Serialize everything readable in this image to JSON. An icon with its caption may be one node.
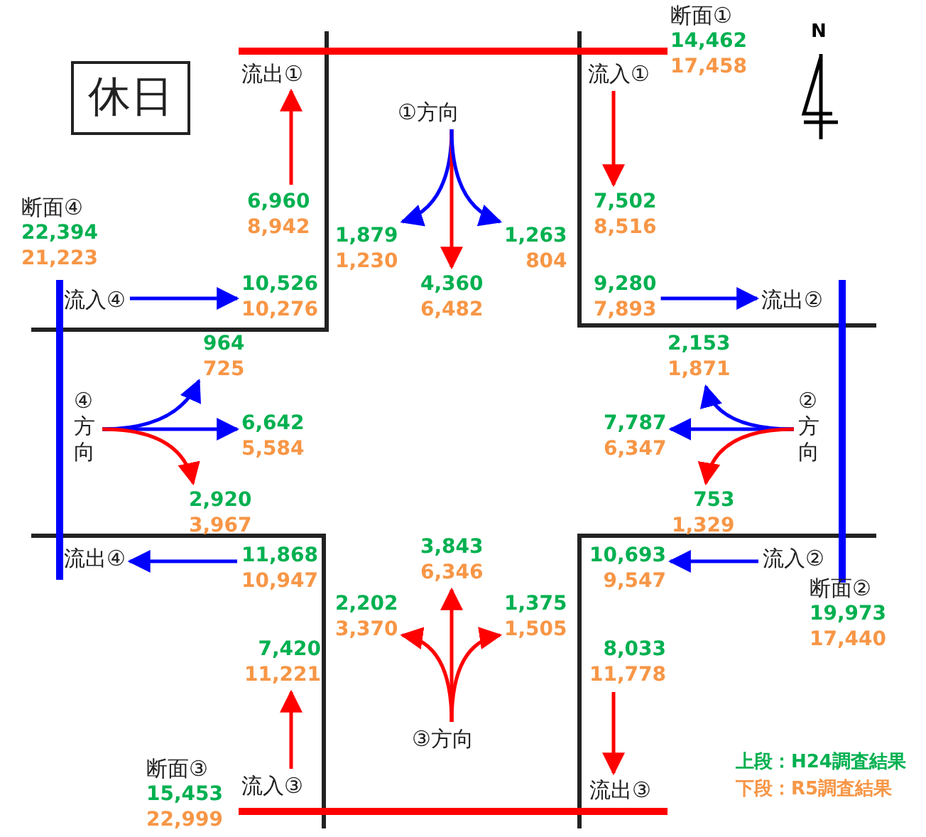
{
  "diagram": {
    "nodes": [
      {
        "text": [
          "休日"
        ]
      },
      {
        "text": [
          "流出①"
        ]
      },
      {
        "text": [
          "6,960",
          "8,942"
        ]
      },
      {
        "text": [
          "流入①"
        ]
      },
      {
        "text": [
          "7,502",
          "8,516"
        ]
      },
      {
        "text": [
          "①方向"
        ]
      },
      {
        "text": [
          "1,879",
          "1,230"
        ]
      },
      {
        "text": [
          "4,360",
          "6,482"
        ]
      },
      {
        "text": [
          "1,263",
          "804"
        ]
      },
      {
        "text": [
          "10,526",
          "10,276"
        ]
      },
      {
        "text": [
          "流入④"
        ]
      },
      {
        "text": [
          "9,280",
          "7,893"
        ]
      },
      {
        "text": [
          "流出②"
        ]
      },
      {
        "text": [
          "④方向"
        ]
      },
      {
        "text": [
          "964",
          "725"
        ]
      },
      {
        "text": [
          "6,642",
          "5,584"
        ]
      },
      {
        "text": [
          "2,920",
          "3,967"
        ]
      },
      {
        "text": [
          "②方向"
        ]
      },
      {
        "text": [
          "2,153",
          "1,871"
        ]
      },
      {
        "text": [
          "7,787",
          "6,347"
        ]
      },
      {
        "text": [
          "753",
          "1,329"
        ]
      },
      {
        "text": [
          "11,868",
          "10,947"
        ]
      },
      {
        "text": [
          "流出④"
        ]
      },
      {
        "text": [
          "流入②"
        ]
      },
      {
        "text": [
          "10,693",
          "9,547"
        ]
      },
      {
        "text": [
          "③方向"
        ]
      },
      {
        "text": [
          "2,202",
          "3,370"
        ]
      },
      {
        "text": [
          "3,843",
          "6,346"
        ]
      },
      {
        "text": [
          "1,375",
          "1,505"
        ]
      },
      {
        "text": [
          "7,420",
          "11,221"
        ]
      },
      {
        "text": [
          "流入③"
        ]
      },
      {
        "text": [
          "8,033",
          "11,778"
        ]
      },
      {
        "text": [
          "流出③"
        ]
      }
    ],
    "edges": [
      {
        "from": 2,
        "to": 1,
        "arrow": "to",
        "color": "#ff0000"
      },
      {
        "from": 3,
        "to": 4,
        "arrow": "to",
        "color": "#ff0000"
      },
      {
        "from": 5,
        "to": 6,
        "arrow": "to",
        "color": "#0000ff"
      },
      {
        "from": 5,
        "to": 7,
        "arrow": "to",
        "color": "#ff0000"
      },
      {
        "from": 5,
        "to": 8,
        "arrow": "to",
        "color": "#0000ff"
      },
      {
        "from": 10,
        "to": 9,
        "arrow": "to",
        "color": "#0000ff"
      },
      {
        "from": 11,
        "to": 12,
        "arrow": "to",
        "color": "#0000ff"
      },
      {
        "from": 13,
        "to": 14,
        "arrow": "to",
        "color": "#0000ff"
      },
      {
        "from": 13,
        "to": 15,
        "arrow": "to",
        "color": "#0000ff"
      },
      {
        "from": 13,
        "to": 16,
        "arrow": "to",
        "color": "#ff0000"
      },
      {
        "from": 17,
        "to": 18,
        "arrow": "to",
        "color": "#0000ff"
      },
      {
        "from": 17,
        "to": 19,
        "arrow": "to",
        "color": "#0000ff"
      },
      {
        "from": 17,
        "to": 20,
        "arrow": "to",
        "color": "#ff0000"
      },
      {
        "from": 21,
        "to": 22,
        "arrow": "to",
        "color": "#0000ff"
      },
      {
        "from": 23,
        "to": 24,
        "arrow": "to",
        "color": "#0000ff"
      },
      {
        "from": 25,
        "to": 26,
        "arrow": "to",
        "color": "#ff0000"
      },
      {
        "from": 25,
        "to": 27,
        "arrow": "to",
        "color": "#ff0000"
      },
      {
        "from": 25,
        "to": 28,
        "arrow": "to",
        "color": "#ff0000"
      },
      {
        "from": 30,
        "to": 29,
        "arrow": "to",
        "color": "#ff0000"
      },
      {
        "from": 31,
        "to": 32,
        "arrow": "to",
        "color": "#ff0000"
      }
    ],
    "labels": [
      "断面①",
      "14,462",
      "17,458",
      "N",
      "断面④",
      "22,394",
      "21,223",
      "断面②",
      "19,973",
      "17,440",
      "断面③",
      "15,453",
      "22,999"
    ],
    "legend": [
      {
        "text": "上段：H24調査結果",
        "color": "#00b050"
      },
      {
        "text": "下段：R5調査結果",
        "color": "#f79646"
      }
    ]
  }
}
